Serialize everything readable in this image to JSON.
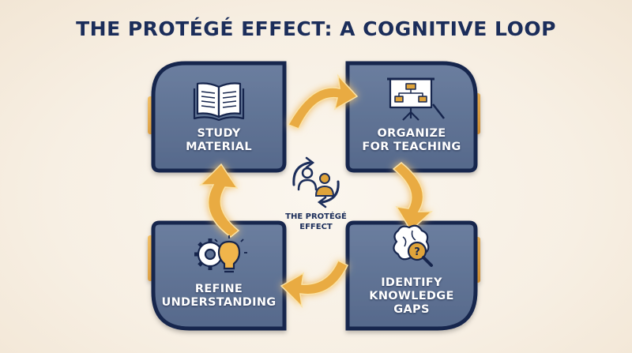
{
  "title": "THE PROTÉGÉ EFFECT: A COGNITIVE LOOP",
  "center": {
    "line1": "THE PROTÉGÉ",
    "line2": "EFFECT",
    "icon": "people-cycle-icon"
  },
  "steps": [
    {
      "line1": "STUDY",
      "line2": "MATERIAL",
      "line3": "",
      "icon": "open-book-icon"
    },
    {
      "line1": "ORGANIZE",
      "line2": "FOR TEACHING",
      "line3": "",
      "icon": "presentation-board-icon"
    },
    {
      "line1": "IDENTIFY",
      "line2": "KNOWLEDGE",
      "line3": "GAPS",
      "icon": "brain-magnifier-icon"
    },
    {
      "line1": "REFINE",
      "line2": "UNDERSTANDING",
      "line3": "",
      "icon": "gear-lightbulb-icon"
    }
  ],
  "colors": {
    "title": "#1b2d5a",
    "card_fill": "#5f7294",
    "card_border": "#16254d",
    "accent_gold": "#e0a43a",
    "arrow_glow": "#f6c35a"
  }
}
